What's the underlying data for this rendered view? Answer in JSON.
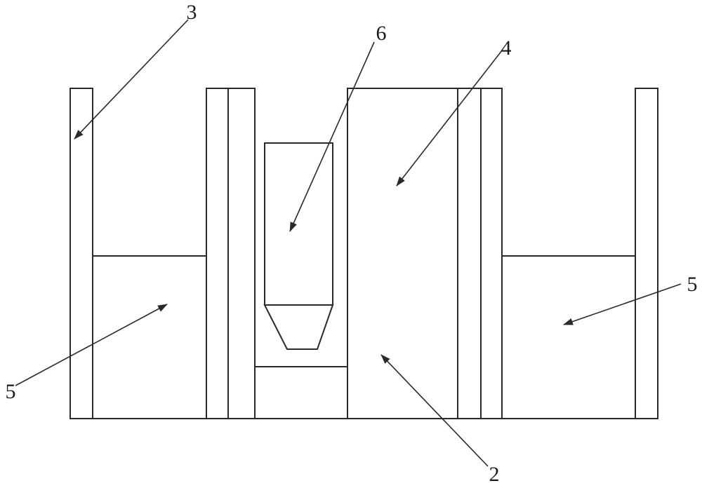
{
  "diagram": {
    "colors": {
      "line": "#2a2a2a",
      "text": "#1a1a1a",
      "background": "#ffffff"
    },
    "callouts": {
      "c2": "2",
      "c3": "3",
      "c4": "4",
      "c5_left": "5",
      "c5_right": "5",
      "c6": "6"
    }
  }
}
